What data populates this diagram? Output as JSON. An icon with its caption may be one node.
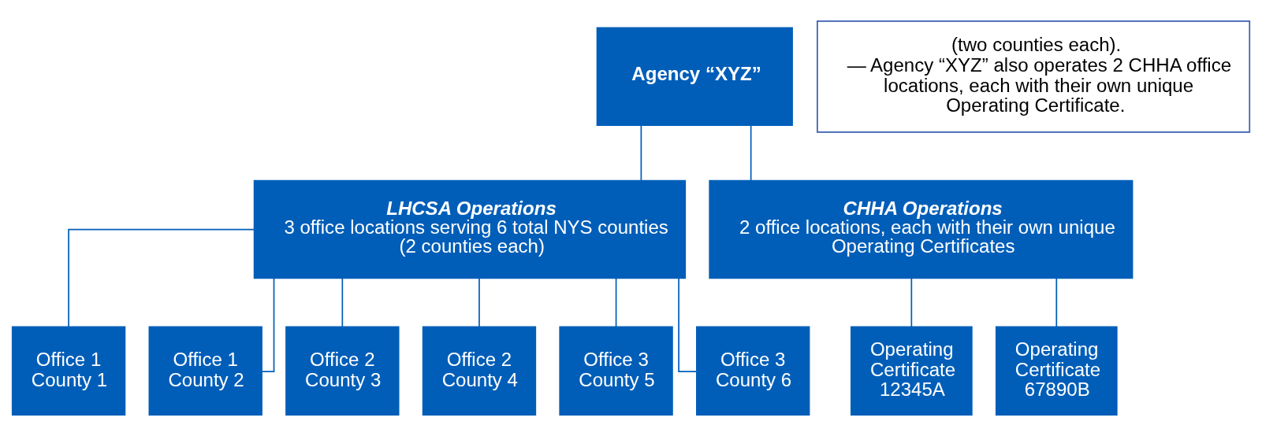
{
  "diagram": {
    "nodes": [
      {
        "text": [
          "Agency “XYZ”"
        ]
      },
      {
        "text": [
          "LHCSA Operations",
          "3 office locations serving 6 total NYS counties (2 counties each)"
        ]
      },
      {
        "text": [
          "CHHA Operations",
          "2 office locations, each with their own unique Operating Certificates"
        ]
      },
      {
        "text": [
          "Office 1 County 1"
        ]
      },
      {
        "text": [
          "Office 1 County 2"
        ]
      },
      {
        "text": [
          "Office 2 County 3"
        ]
      },
      {
        "text": [
          "Office 2 County 4"
        ]
      },
      {
        "text": [
          "Office 3 County 5"
        ]
      },
      {
        "text": [
          "Office 3 County 6"
        ]
      },
      {
        "text": [
          "Operating Certificate 12345A"
        ]
      },
      {
        "text": [
          "Operating Certificate 67890B"
        ]
      },
      {
        "text": [
          "(two counties each).",
          "— Agency “XYZ” also operates 2 CHHA office locations, each with their own unique Operating Certificate."
        ]
      }
    ],
    "edges": [
      {
        "from": 0,
        "to": 1,
        "arrow": "none"
      },
      {
        "from": 0,
        "to": 2,
        "arrow": "none"
      },
      {
        "from": 1,
        "to": 3,
        "arrow": "none"
      },
      {
        "from": 1,
        "to": 4,
        "arrow": "none"
      },
      {
        "from": 1,
        "to": 5,
        "arrow": "none"
      },
      {
        "from": 1,
        "to": 6,
        "arrow": "none"
      },
      {
        "from": 1,
        "to": 7,
        "arrow": "none"
      },
      {
        "from": 1,
        "to": 8,
        "arrow": "none"
      },
      {
        "from": 2,
        "to": 9,
        "arrow": "none"
      },
      {
        "from": 2,
        "to": 10,
        "arrow": "none"
      }
    ]
  }
}
